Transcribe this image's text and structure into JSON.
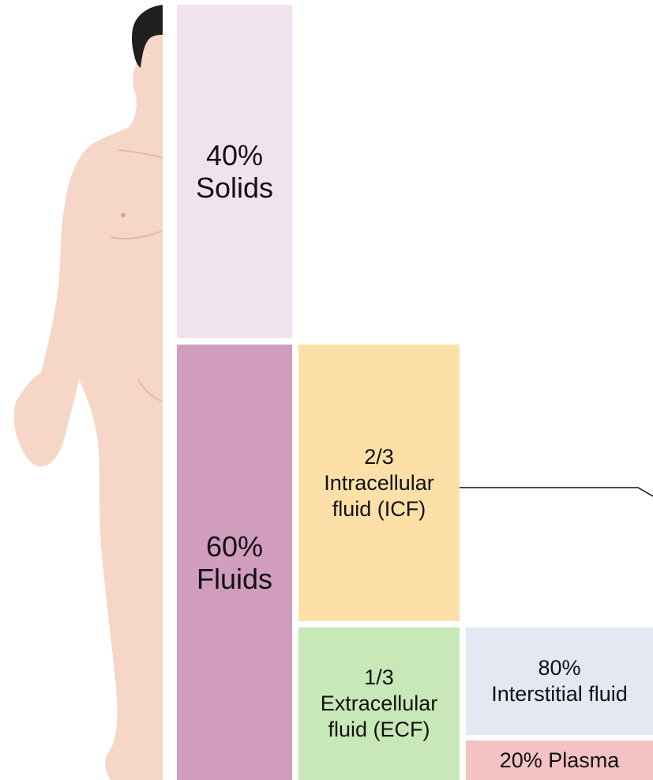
{
  "colors": {
    "solids": "#f1e3ee",
    "fluids": "#d09dbe",
    "icf": "#fde0a7",
    "ecf": "#c8e8b8",
    "interstitial": "#e3e8f2",
    "plasma": "#f3c2c2",
    "skin": "#f6d6c6",
    "hair": "#1e1e1e"
  },
  "solids": {
    "percent": "40%",
    "label": "Solids"
  },
  "fluids": {
    "percent": "60%",
    "label": "Fluids"
  },
  "icf": {
    "fraction": "2/3",
    "line1": "Intracellular",
    "line2": "fluid (ICF)"
  },
  "ecf": {
    "fraction": "1/3",
    "line1": "Extracellular",
    "line2": "fluid (ECF)"
  },
  "interstitial": {
    "percent": "80%",
    "label": "Interstitial fluid"
  },
  "plasma": {
    "label": "20% Plasma"
  }
}
